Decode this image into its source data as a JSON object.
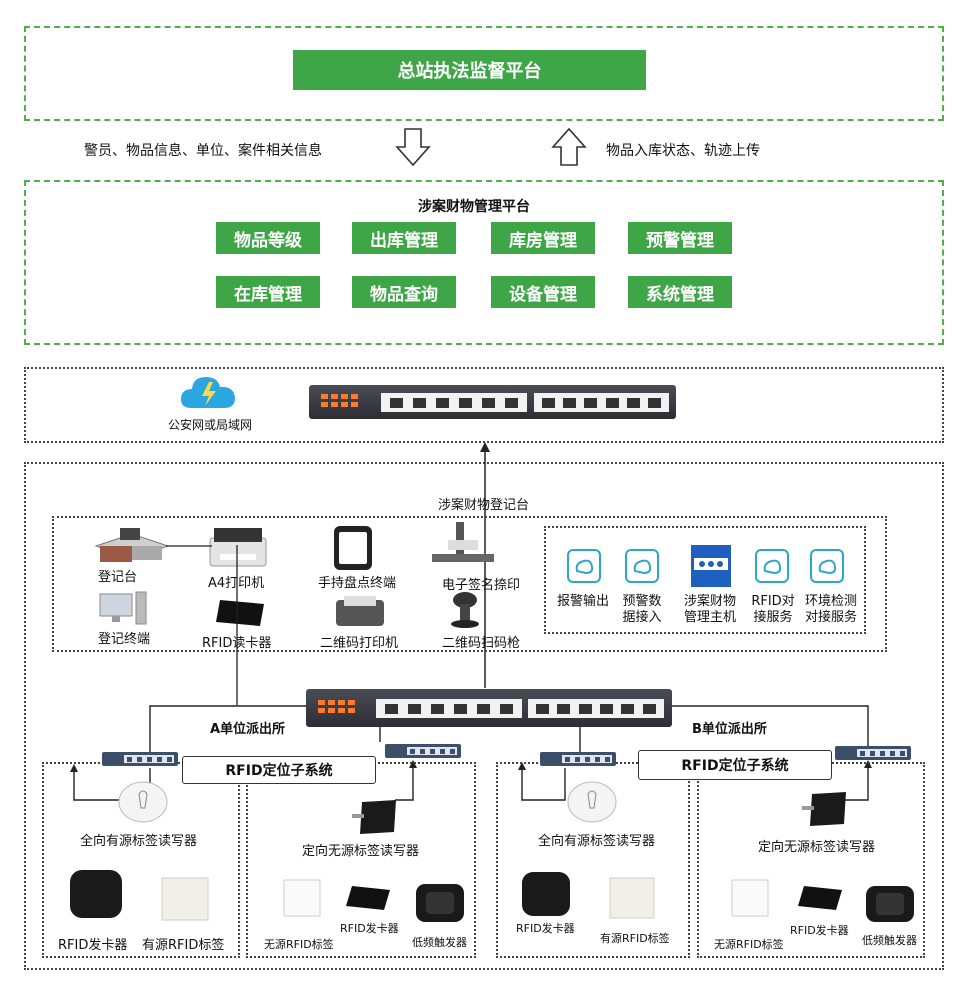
{
  "top_platform": {
    "title": "总站执法监督平台"
  },
  "flow": {
    "down_text": "警员、物品信息、单位、案件相关信息",
    "up_text": "物品入库状态、轨迹上传"
  },
  "mgmt_platform": {
    "title": "涉案财物管理平台",
    "modules": [
      "物品等级",
      "出库管理",
      "库房管理",
      "预警管理",
      "在库管理",
      "物品查询",
      "设备管理",
      "系统管理"
    ]
  },
  "network": {
    "cloud_label": "公安网或局域网"
  },
  "register_station": {
    "title": "涉案财物登记台",
    "devices": {
      "dengjitai": "登记台",
      "a4_printer": "A4打印机",
      "handheld": "手持盘点终端",
      "esign": "电子签名捺印",
      "terminal": "登记终端",
      "rfid_reader": "RFID读卡器",
      "qr_printer": "二维码打印机",
      "qr_scanner": "二维码扫码枪"
    },
    "services": [
      "报警输出",
      "预警数\n据接入",
      "涉案财物\n管理主机",
      "RFID对\n接服务",
      "环境检测\n对接服务"
    ]
  },
  "units": {
    "a_label": "A单位派出所",
    "b_label": "B单位派出所",
    "rfid_subsystem": "RFID定位子系统"
  },
  "left_a": {
    "reader": "全向有源标签读写器",
    "issuer": "RFID发卡器",
    "active_tag": "有源RFID标签"
  },
  "right_a": {
    "reader": "定向无源标签读写器",
    "passive_tag": "无源RFID标签",
    "issuer": "RFID发卡器",
    "trigger": "低频触发器"
  },
  "left_b": {
    "reader": "全向有源标签读写器",
    "issuer": "RFID发卡器",
    "active_tag": "有源RFID标签"
  },
  "right_b": {
    "reader": "定向无源标签读写器",
    "passive_tag": "无源RFID标签",
    "issuer": "RFID发卡器",
    "trigger": "低频触发器"
  },
  "colors": {
    "accent_green": "#3fa648",
    "frame_green": "#4fb04a",
    "icon_teal": "#2aa7c9",
    "led_orange": "#ff7a2a"
  }
}
